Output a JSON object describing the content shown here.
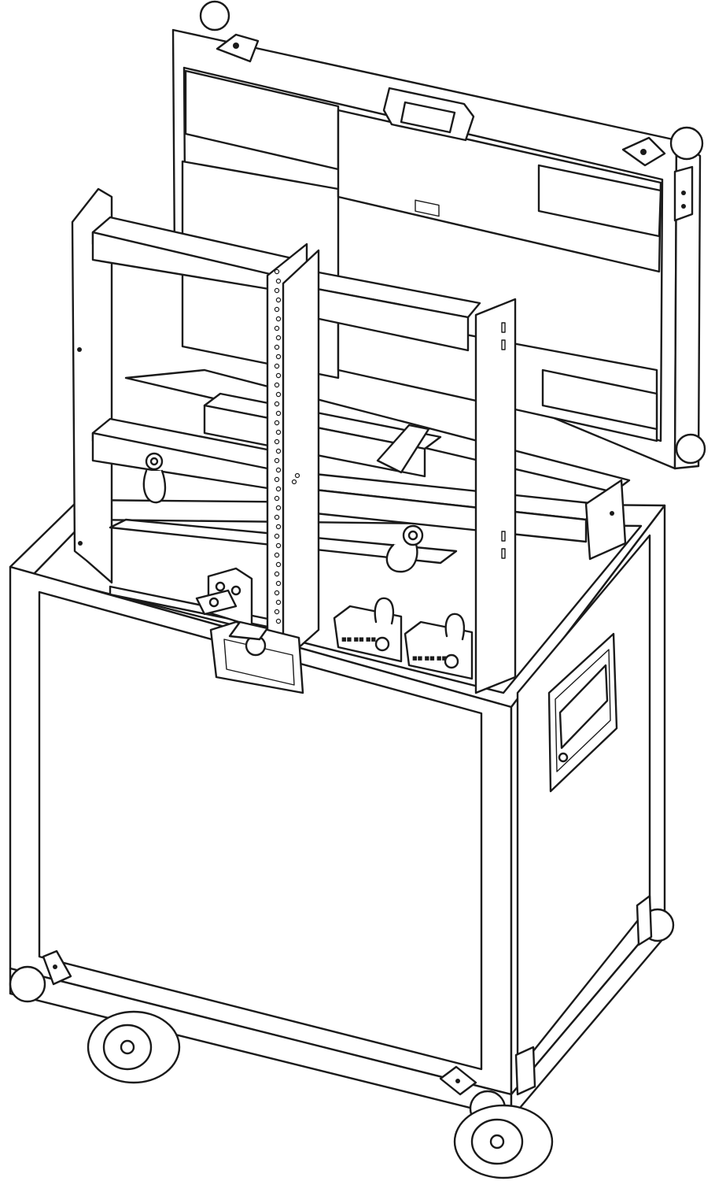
{
  "figure": {
    "subject": "",
    "line_color": "#1a1a1a",
    "background": "#ffffff"
  },
  "parts": [
    "lid",
    "lid-handle",
    "rigging-frame",
    "perforated-bar",
    "case-body",
    "front-latch",
    "side-handle",
    "corner-ball",
    "corner-bracket",
    "caster-wheel",
    "shackle",
    "connector-plate"
  ]
}
